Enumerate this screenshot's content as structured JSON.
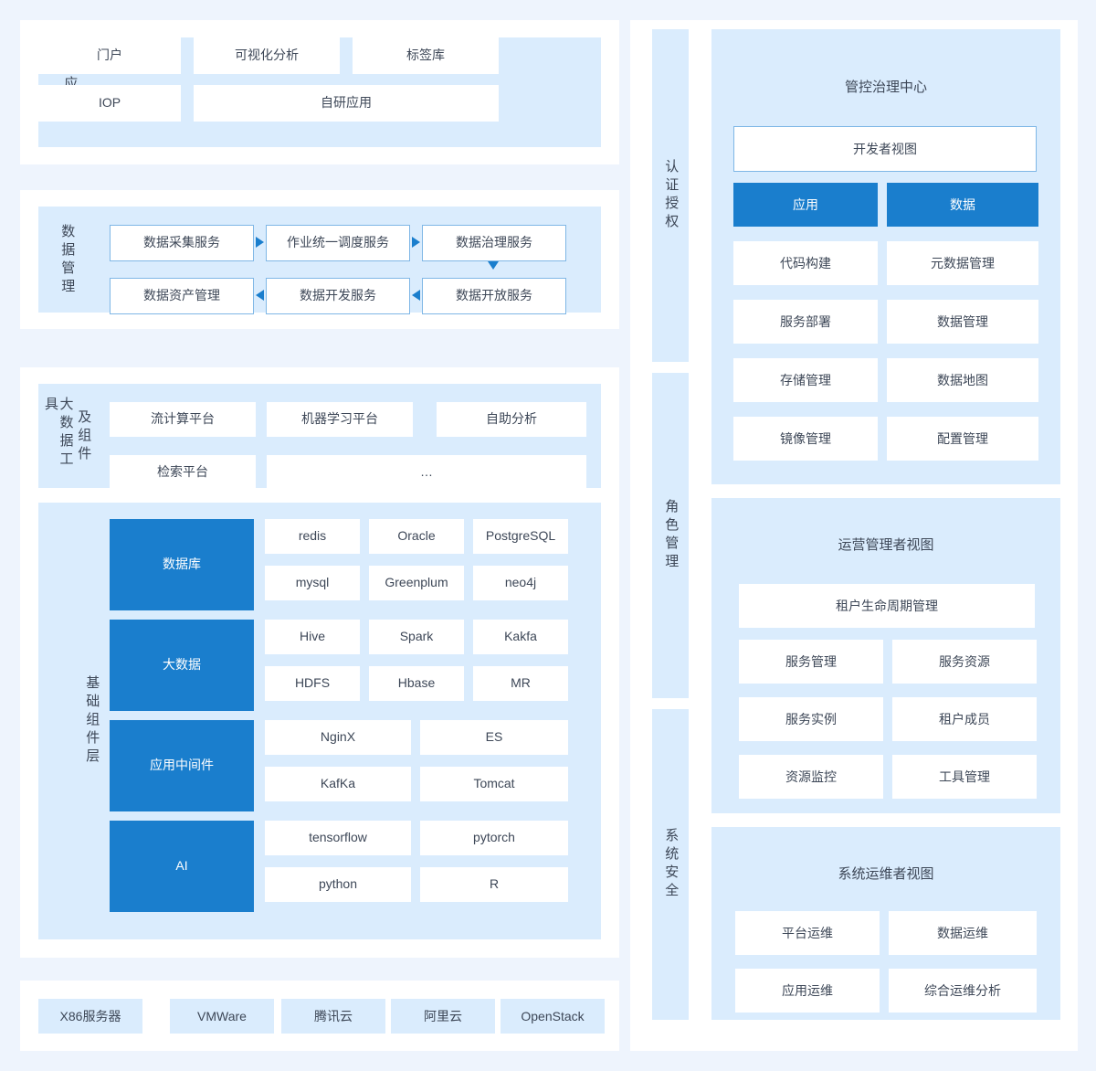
{
  "colors": {
    "page_background": "#eef4fd",
    "panel_blue": "#daecfd",
    "accent_blue": "#1a7ecd",
    "border_blue": "#7fb7e6",
    "text": "#3d4757"
  },
  "left": {
    "application": {
      "label": "应用",
      "items": [
        "门户",
        "可视化分析",
        "标签库",
        "IOP",
        "自研应用"
      ]
    },
    "data_management": {
      "label": "数据管理",
      "items": [
        "数据采集服务",
        "作业统一调度服务",
        "数据治理服务",
        "数据资产管理",
        "数据开发服务",
        "数据开放服务"
      ],
      "flow_arrows": [
        "right",
        "right",
        "down",
        "left",
        "left"
      ]
    },
    "big_data_tools": {
      "label_left": "大数据工具",
      "label_right": "及组件",
      "items": [
        "流计算平台",
        "机器学习平台",
        "自助分析",
        "检索平台",
        "…"
      ]
    },
    "infrastructure_component_layer": {
      "label": "基础组件层",
      "groups": [
        {
          "name": "数据库",
          "items": [
            "redis",
            "Oracle",
            "PostgreSQL",
            "mysql",
            "Greenplum",
            "neo4j"
          ]
        },
        {
          "name": "大数据",
          "items": [
            "Hive",
            "Spark",
            "Kakfa",
            "HDFS",
            "Hbase",
            "MR"
          ]
        },
        {
          "name": "应用中间件",
          "items": [
            "NginX",
            "ES",
            "KafKa",
            "Tomcat"
          ]
        },
        {
          "name": "AI",
          "items": [
            "tensorflow",
            "pytorch",
            "python",
            "R"
          ]
        }
      ]
    },
    "infrastructure": {
      "items": [
        "X86服务器",
        "VMWare",
        "腾讯云",
        "阿里云",
        "OpenStack"
      ]
    }
  },
  "right": {
    "vertical_bars": [
      {
        "label": "认证授权"
      },
      {
        "label": "角色管理"
      },
      {
        "label": "系统安全"
      }
    ],
    "governance_center": {
      "title": "管控治理中心",
      "developer_view": "开发者视图",
      "left_column": [
        "应用",
        "代码构建",
        "服务部署",
        "存储管理",
        "镜像管理"
      ],
      "right_column": [
        "数据",
        "元数据管理",
        "数据管理",
        "数据地图",
        "配置管理"
      ]
    },
    "operations_view": {
      "title": "运营管理者视图",
      "wide_item": "租户生命周期管理",
      "left_column": [
        "服务管理",
        "服务实例",
        "资源监控"
      ],
      "right_column": [
        "服务资源",
        "租户成员",
        "工具管理"
      ]
    },
    "maintenance_view": {
      "title": "系统运维者视图",
      "left_column": [
        "平台运维",
        "应用运维"
      ],
      "right_column": [
        "数据运维",
        "综合运维分析"
      ]
    }
  }
}
